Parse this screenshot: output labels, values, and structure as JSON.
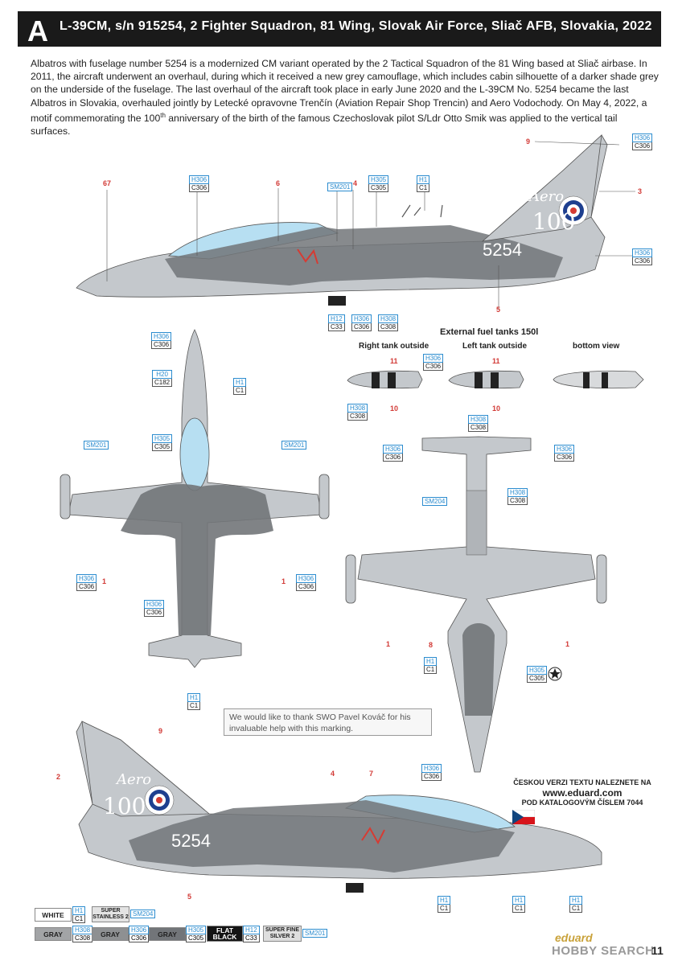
{
  "header": {
    "letter": "A",
    "title": "L-39CM, s/n 915254, 2 Fighter Squadron, 81 Wing, Slovak Air Force, Sliač AFB, Slovakia, 2022"
  },
  "intro": {
    "part1": "Albatros with fuselage number 5254 is a modernized CM variant operated by the 2 Tactical Squadron of the 81 Wing based at Sliač airbase. In 2011, the aircraft underwent an overhaul, during which it received a new grey camouflage, which includes cabin silhouette of a darker shade grey on the underside of the fuselage. The last overhaul of the aircraft took place in early June 2020 and the L-39CM No. 5254 became the last Albatros in Slovakia, overhauled jointly by Letecké opravovne Trenčín (Aviation Repair Shop Trencin) and Aero Vodochody. On May 4, 2022, a motif commemorating the 100",
    "sup": "th",
    "part2": " anniversary of the birth of the famous Czechoslovak pilot S/Ldr Otto Smik was applied to the vertical tail surfaces."
  },
  "aircraft": {
    "fuselage_number": "5254",
    "tail_text": "Aero",
    "tail_number": "100"
  },
  "codes": {
    "h306": "H306",
    "c306": "C306",
    "h305": "H305",
    "c305": "C305",
    "h308": "H308",
    "c308": "C308",
    "h1": "H1",
    "c1": "C1",
    "h12": "H12",
    "c33": "C33",
    "h20": "H20",
    "c182": "C182",
    "sm201": "SM201",
    "sm204": "SM204"
  },
  "callouts": {
    "n1": "1",
    "n3": "3",
    "n4": "4",
    "n5": "5",
    "n6": "6",
    "n7": "7",
    "n8": "8",
    "n9": "9",
    "n10": "10",
    "n11": "11",
    "n67": "67",
    "n2": "2"
  },
  "tanks": {
    "heading": "External fuel tanks 150l",
    "right": "Right tank outside",
    "left": "Left tank outside",
    "bottom": "bottom view"
  },
  "thanks": "We would like to thank SWO Pavel Kováč for his invaluable help with this marking.",
  "czech_note": {
    "line1": "ČESKOU VERZI TEXTU NALEZNETE NA",
    "url": "www.eduard.com",
    "line2": "POD KATALOGOVÝM ČÍSLEM 7044"
  },
  "legend": {
    "white": "WHITE",
    "super_stainless": "SUPER STAINLESS 2",
    "gray": "GRAY",
    "flat_black": "FLAT BLACK",
    "super_fine_silver": "SUPER FINE SILVER 2"
  },
  "footer": {
    "brand": "eduard",
    "watermark": "HOBBY SEARCH",
    "page": "11"
  },
  "colors": {
    "light_grey": "#c4c8cc",
    "dark_grey": "#727579",
    "canopy": "#b7dff2",
    "roundel_red": "#d63b33",
    "roundel_blue": "#1e3f8f",
    "code_blue": "#2b8ccf",
    "callout_red": "#d23a36"
  }
}
